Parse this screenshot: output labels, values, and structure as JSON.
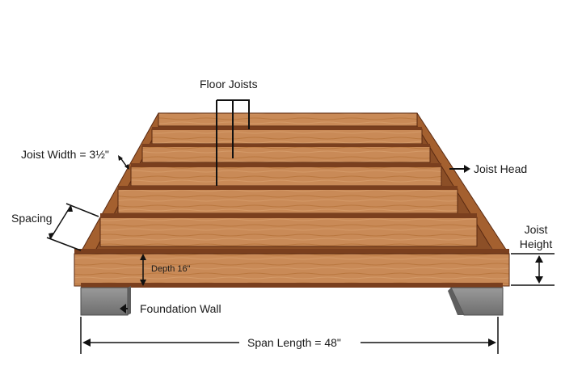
{
  "labels": {
    "floor_joists": "Floor Joists",
    "joist_width": "Joist Width = 3½\"",
    "joist_head": "Joist Head",
    "spacing": "Spacing",
    "joist_height_line1": "Joist",
    "joist_height_line2": "Height",
    "depth": "Depth 16\"",
    "foundation_wall": "Foundation Wall",
    "span_length": "Span Length = 48\""
  },
  "colors": {
    "wood_light": "#c98a57",
    "wood_mid": "#b3703f",
    "wood_dark": "#7a3f1e",
    "wood_edge": "#5a2a12",
    "inner_shadow": "#8c4f27",
    "concrete": "#8f8f8f",
    "concrete_dark": "#5e5e5e",
    "line": "#111111"
  },
  "icons": {
    "arrow": "arrow-right-icon",
    "dimension": "double-arrow-icon"
  }
}
